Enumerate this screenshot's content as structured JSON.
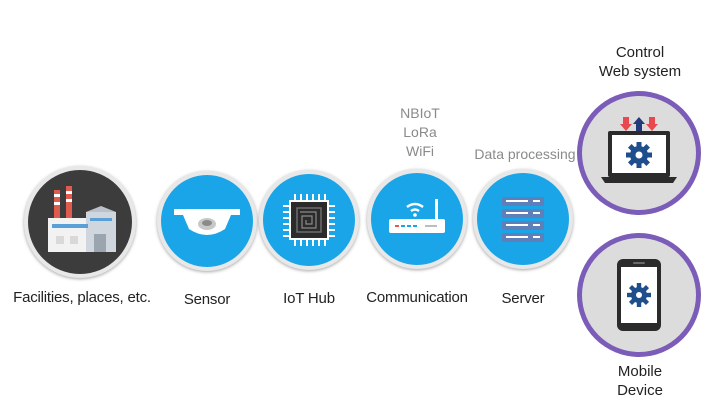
{
  "nodes": {
    "facilities": {
      "label": "Facilities, places, etc."
    },
    "sensor": {
      "label": "Sensor"
    },
    "iot_hub": {
      "label": "IoT Hub"
    },
    "communication": {
      "label": "Communication",
      "protocols": [
        "NBIoT",
        "LoRa",
        "WiFi"
      ]
    },
    "server": {
      "label": "Server",
      "note": "Data processing"
    },
    "control": {
      "line1": "Control",
      "line2": "Web system"
    },
    "mobile": {
      "line1": "Mobile",
      "line2": "Device"
    }
  },
  "colors": {
    "node_fill": "#1aa5e8",
    "facility_fill": "#3c3c3c",
    "ring": "#e6e6e6",
    "purple_ring": "#7b5cb8",
    "device_fill": "#dcdcdc",
    "gear": "#1f4e8c",
    "arrow_red": "#e8484e",
    "arrow_navy": "#233a7a"
  },
  "icons": [
    "factory-icon",
    "dome-camera-icon",
    "chip-icon",
    "router-icon",
    "server-rack-icon",
    "laptop-gear-icon",
    "phone-gear-icon"
  ]
}
